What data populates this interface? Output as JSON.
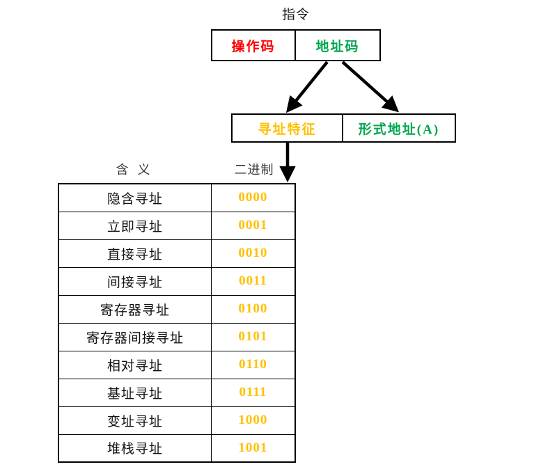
{
  "diagram": {
    "title": "指令",
    "colors": {
      "opcode": "#FF0000",
      "address_code": "#00A650",
      "addressing_mode": "#FFC000",
      "formal_address": "#00A650",
      "binary_code": "#FFC000",
      "outline": "#000000",
      "header_text": "#3A3A3A"
    },
    "instruction_box": {
      "opcode_label": "操作码",
      "address_code_label": "地址码"
    },
    "address_box": {
      "mode_label": "寻址特征",
      "formal_address_label": "形式地址(A)"
    }
  },
  "table": {
    "headers": {
      "meaning": "含 义",
      "binary": "二进制"
    },
    "rows": [
      {
        "meaning": "隐含寻址",
        "binary": "0000"
      },
      {
        "meaning": "立即寻址",
        "binary": "0001"
      },
      {
        "meaning": "直接寻址",
        "binary": "0010"
      },
      {
        "meaning": "间接寻址",
        "binary": "0011"
      },
      {
        "meaning": "寄存器寻址",
        "binary": "0100"
      },
      {
        "meaning": "寄存器间接寻址",
        "binary": "0101"
      },
      {
        "meaning": "相对寻址",
        "binary": "0110"
      },
      {
        "meaning": "基址寻址",
        "binary": "0111"
      },
      {
        "meaning": "变址寻址",
        "binary": "1000"
      },
      {
        "meaning": "堆栈寻址",
        "binary": "1001"
      }
    ]
  }
}
